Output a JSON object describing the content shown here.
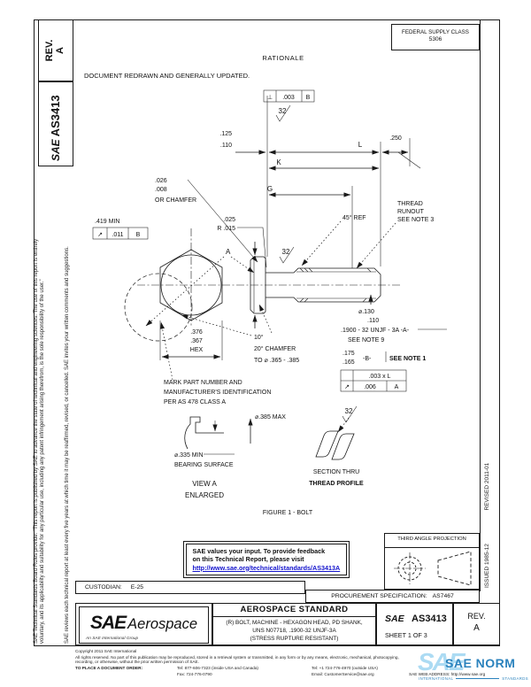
{
  "header": {
    "fsc_label": "FEDERAL SUPPLY CLASS",
    "fsc_value": "5306",
    "rationale_title": "RATIONALE",
    "rationale_note": "DOCUMENT REDRAWN AND GENERALLY UPDATED."
  },
  "sidebar_left": {
    "rev_label": "REV.",
    "rev_value": "A",
    "logo": "SAE",
    "doc_number": "AS3413",
    "disclaimer_line1": "SAE Technical Standards Board Rules provide: \"This report is published by SAE to advance the state of technical and engineering sciences. The use of this report is entirely",
    "disclaimer_line2": "voluntary, and its applicability and suitability for any particular use, including any patent infringement arising therefrom, is the sole responsibility of the user.\"",
    "disclaimer_line3": "SAE reviews each technical report at least every five years at which time it may be reaffirmed, revised, or cancelled. SAE invites your written comments and suggestions."
  },
  "sidebar_right": {
    "issued": "ISSUED  1985-12",
    "revised": "REVISED  2011-01"
  },
  "drawing": {
    "fcf_perp_sym": "⊥",
    "fcf_perp_val": ".003",
    "fcf_perp_datum": "B",
    "surface_finish": "32",
    "dim_head_upper": ".125",
    "dim_head_lower": ".110",
    "dim_l": "L",
    "dim_k": "K",
    "dim_g": "G",
    "dim_250": ".250",
    "runout_1": "THREAD",
    "runout_2": "RUNOUT",
    "runout_3": "SEE NOTE 3",
    "chamfer_1": ".026",
    "chamfer_2": ".008",
    "chamfer_3": "OR CHAMFER",
    "ref_45": "45° REF",
    "min_419": ".419 MIN",
    "fcf_ro_sym": "↗",
    "fcf_ro_val": ".011",
    "fcf_ro_datum": "B",
    "radius_1": ".025",
    "radius_2": "R .015",
    "view_label": "A",
    "tip_dia_1": "⌀.130",
    "tip_dia_2": ".110",
    "thread_spec": ".1900 - 32 UNJF - 3A  -A-",
    "thread_note": "SEE NOTE 9",
    "grip_1": ".175",
    "grip_2": ".165",
    "datum_b": "-B-",
    "grip_note": "SEE NOTE 1",
    "fcf2_row1": ".003 x L",
    "fcf2_sym": "↗",
    "fcf2_val": ".006",
    "fcf2_datum": "A",
    "hex_1": ".376",
    "hex_2": ".367",
    "hex_3": "HEX",
    "head_ch_1": "10°",
    "head_ch_2": "20° CHAMFER",
    "head_ch_3": "TO ⌀ .365 - .385",
    "mark_1": "MARK PART NUMBER AND",
    "mark_2": "MANUFACTURER'S IDENTIFICATION",
    "mark_3": "PER AS 478 CLASS A",
    "max_dia": "⌀.385 MAX",
    "min_dia": "⌀.335 MIN",
    "bearing": "BEARING SURFACE",
    "view_a_1": "VIEW  A",
    "view_a_2": "ENLARGED",
    "section_1": "SECTION THRU",
    "section_2": "THREAD PROFILE",
    "figure_caption": "FIGURE 1 - BOLT"
  },
  "feedback_box": {
    "line1": "SAE values your input. To provide feedback",
    "line2": "on this Technical Report, please visit",
    "link": "http://www.sae.org/technical/standards/AS3413A"
  },
  "projection": {
    "label": "THIRD ANGLE PROJECTION"
  },
  "custodian": {
    "label": "CUSTODIAN:",
    "value": "E-25"
  },
  "procurement": {
    "label": "PROCUREMENT SPECIFICATION:",
    "value": "AS7467"
  },
  "title_block": {
    "org_logo": "SAE",
    "org_name": "Aerospace",
    "org_tagline": "An SAE International Group",
    "doc_type": "AEROSPACE STANDARD",
    "title_line1": "(R) BOLT, MACHINE - HEXAGON HEAD, PD SHANK,",
    "title_line2": "UNS N07718, .1900-32 UNJF-3A",
    "title_line3": "(STRESS RUPTURE RESISTANT)",
    "doc_logo": "SAE",
    "doc_number": "AS3413",
    "sheet": "SHEET 1 OF 3",
    "rev_label": "REV.",
    "rev_value": "A"
  },
  "footer": {
    "copyright": "Copyright 2011 SAE International",
    "rights_line1": "All rights reserved. No part of this publication may be reproduced, stored in a retrieval system or transmitted, in any form or by any means, electronic, mechanical, photocopying,",
    "rights_line2": "recording, or otherwise, without the prior written permission of SAE.",
    "order_label": "TO PLACE A DOCUMENT ORDER:",
    "tel_inside": "Tel: 877-606-7323 (inside USA and Canada)",
    "tel_outside": "Tel: +1 724-776-4970 (outside USA)",
    "fax": "Fax: 724-776-0790",
    "email": "Email: CustomerService@sae.org",
    "web": "SAE WEB ADDRESS: http://www.sae.org"
  },
  "watermark": {
    "logo": "SAE",
    "name": "SAE NORM",
    "sub_left": "INTERNATIONAL",
    "sub_right": "STANDARDS"
  }
}
